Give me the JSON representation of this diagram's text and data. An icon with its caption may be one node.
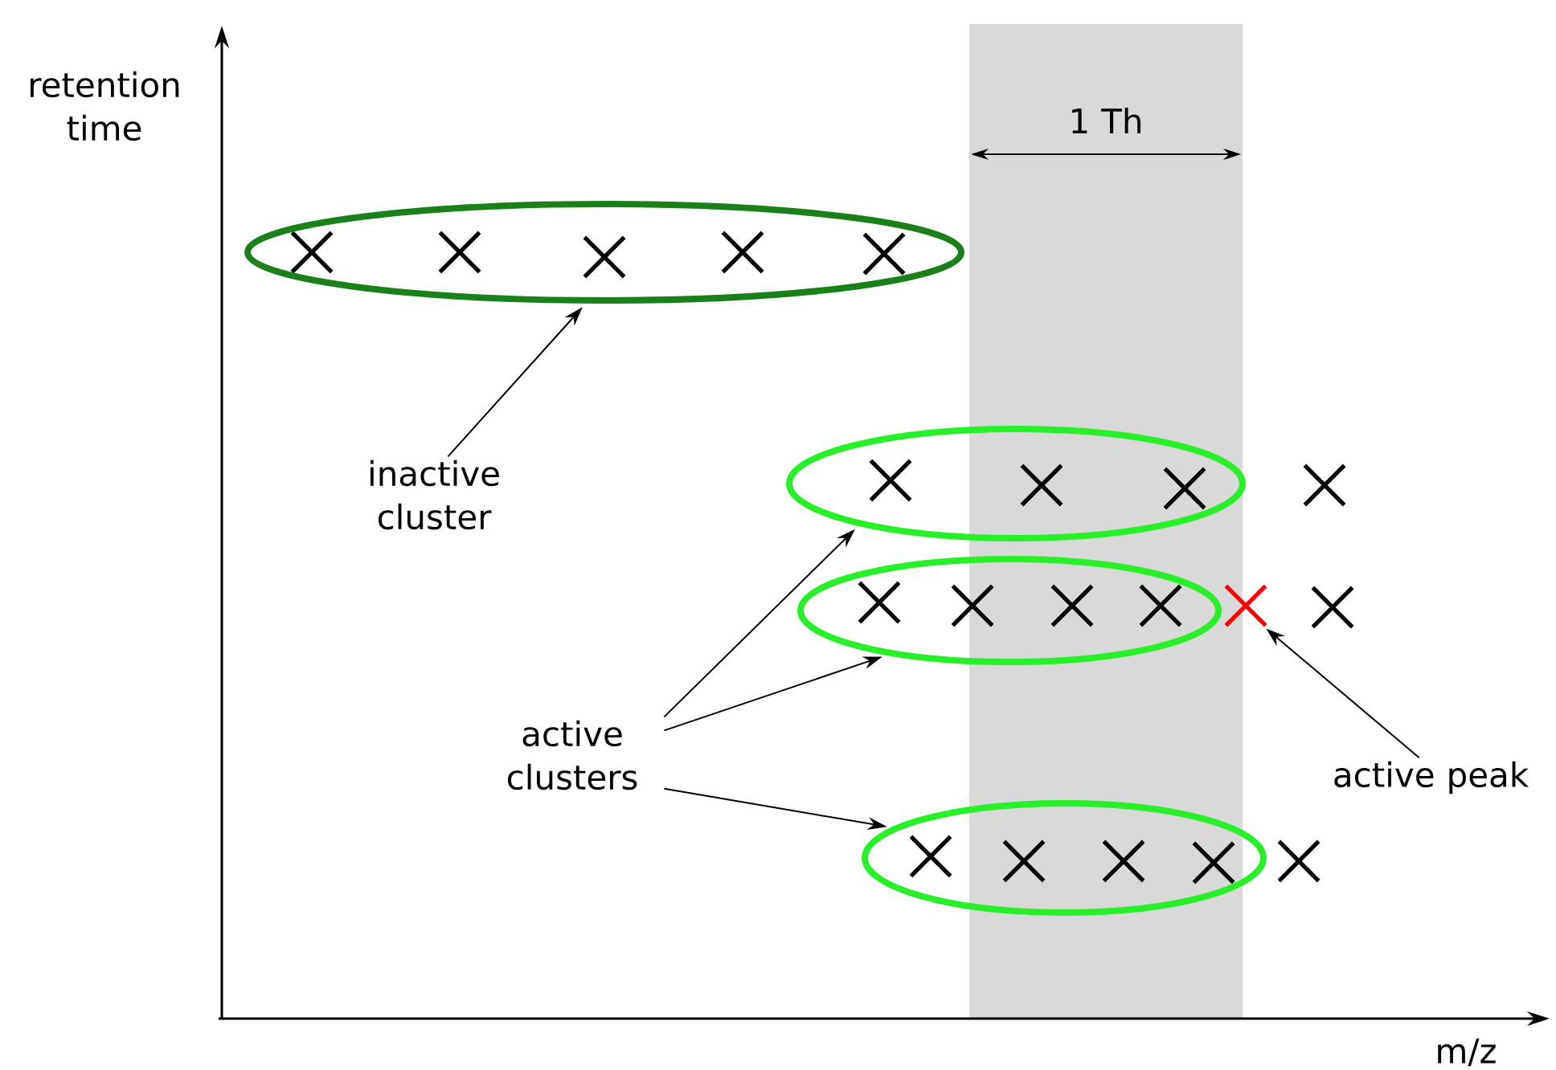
{
  "diagram": {
    "nodes": [
      {
        "text": [],
        "shape": "ellipse"
      },
      {
        "text": [],
        "shape": "ellipse"
      },
      {
        "text": [],
        "shape": "ellipse"
      },
      {
        "text": [],
        "shape": "ellipse"
      },
      {
        "text": [],
        "shape": "cross"
      },
      {
        "text": [
          "inactive cluster"
        ]
      },
      {
        "text": [
          "active clusters"
        ]
      },
      {
        "text": [
          "active peak"
        ]
      }
    ],
    "edges": [
      {
        "from": 5,
        "to": 0,
        "arrow": "to"
      },
      {
        "from": 6,
        "to": 1,
        "arrow": "to"
      },
      {
        "from": 6,
        "to": 2,
        "arrow": "to"
      },
      {
        "from": 6,
        "to": 3,
        "arrow": "to"
      },
      {
        "from": 7,
        "to": 4,
        "arrow": "to"
      }
    ],
    "labels": [
      "retention time",
      "1 Th",
      "m/z"
    ]
  }
}
